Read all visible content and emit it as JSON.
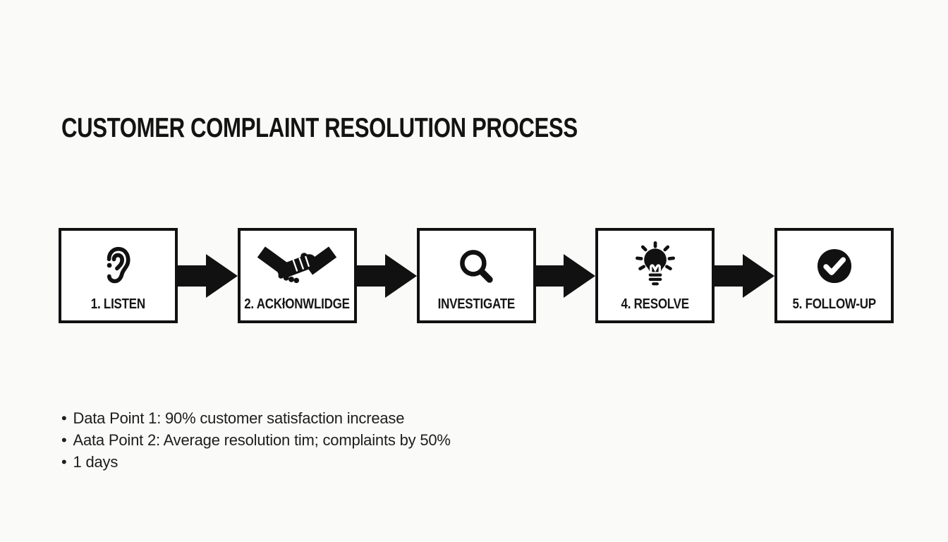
{
  "title": "CUSTOMER COMPLAINT RESOLUTION PROCESS",
  "steps": [
    {
      "label": "1. LISTEN",
      "icon": "ear-icon"
    },
    {
      "label": "2. ACKłONWLIDGE",
      "icon": "handshake-icon"
    },
    {
      "label": "INVESTIGATE",
      "icon": "magnifying-glass-icon"
    },
    {
      "label": "4. RESOLVE",
      "icon": "lightbulb-icon"
    },
    {
      "label": "5. FOLLOW-UP",
      "icon": "check-circle-icon"
    }
  ],
  "notes": [
    "Data Point 1: 90% customer satisfaction increase",
    "Aata Point 2: Average resolution tim; complaints by 50%",
    "1 days"
  ],
  "colors": {
    "ink": "#111111",
    "background": "#fafaf8",
    "box_fill": "#ffffff"
  }
}
